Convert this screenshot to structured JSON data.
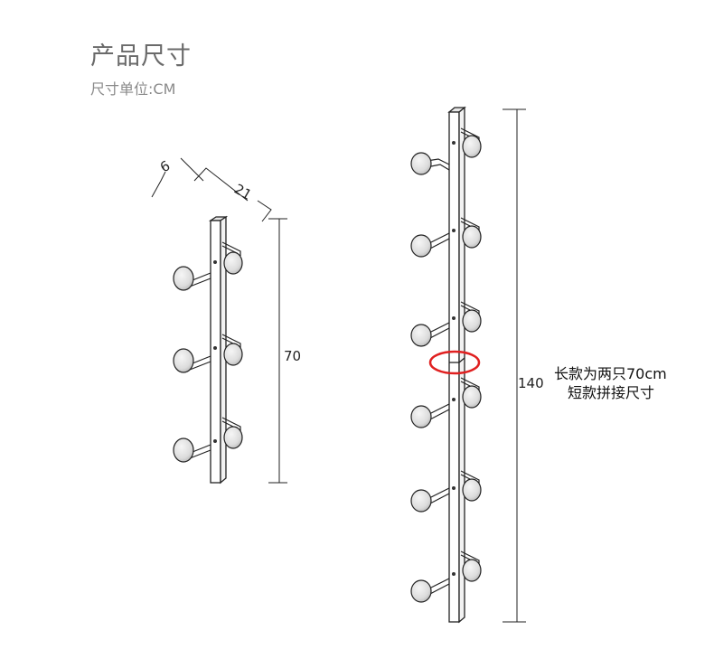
{
  "header": {
    "title": "产品尺寸",
    "unit_label": "尺寸单位:CM"
  },
  "short_rack": {
    "depth_label": "6",
    "width_label": "21",
    "height_label": "70"
  },
  "long_rack": {
    "height_label": "140",
    "note_line1": "长款为两只70cm",
    "note_line2": "短款拼接尺寸",
    "highlight_color": "#e02020"
  }
}
